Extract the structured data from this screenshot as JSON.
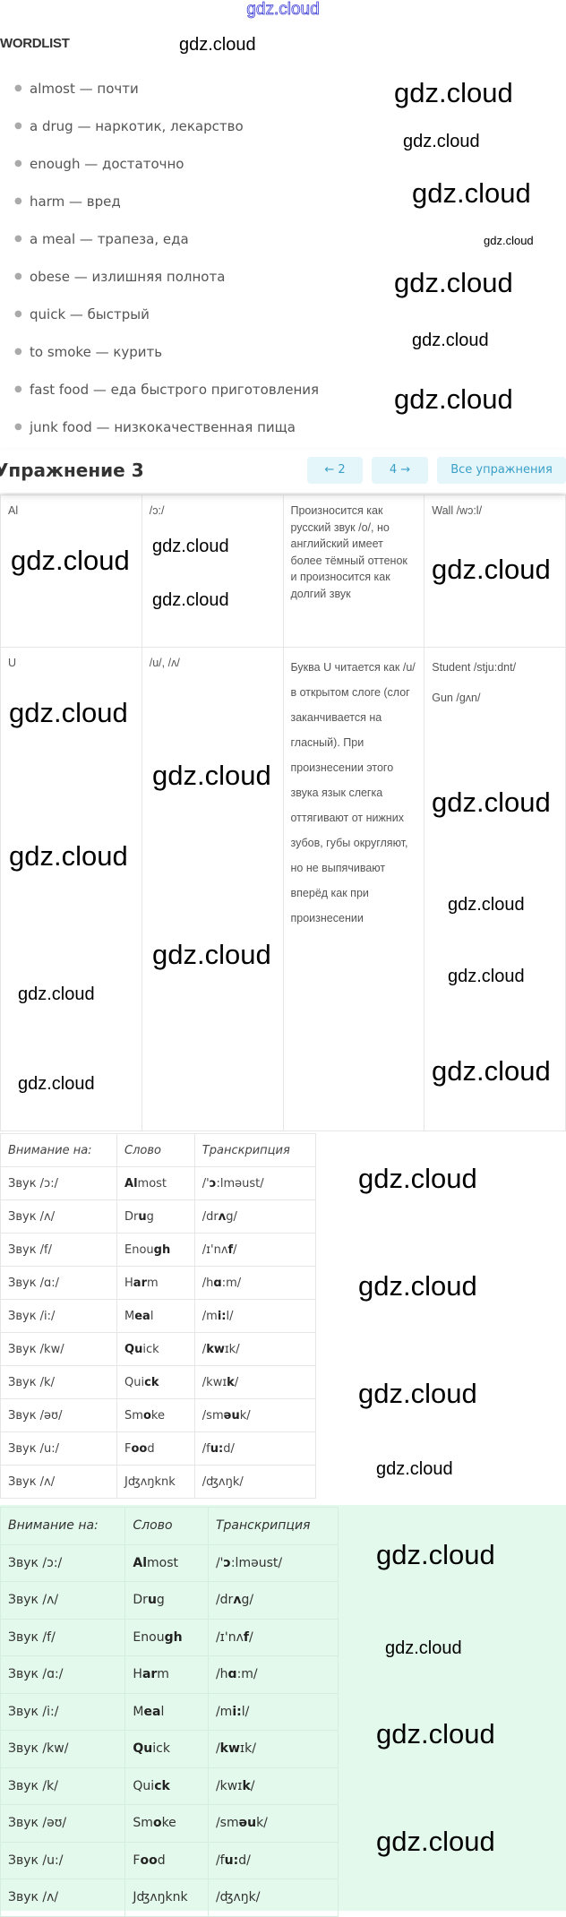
{
  "watermark": "gdz.cloud",
  "wordlist": {
    "title": "WORDLIST",
    "items": [
      "almost — почти",
      "a drug — наркотик, лекарство",
      "enough — достаточно",
      "harm — вред",
      "a meal — трапеза, еда",
      "obese — излишняя полнота",
      "quick — быстрый",
      "to smoke — курить",
      "fast food — еда быстрого приготовления",
      "junk food — низкокачественная пища"
    ]
  },
  "nav": {
    "title": "Упражнение 3",
    "prev": "← 2",
    "next": "4 →",
    "all": "Все упражнения"
  },
  "letters_table": {
    "rows": [
      {
        "letter": "Al",
        "sound": "/ɔ:/",
        "desc": "Произносится как русский звук /о/, но английский имеет более тёмный оттенок и произносится как долгий звук",
        "example": "Wall /wɔ:l/"
      },
      {
        "letter": "U",
        "sound": "/u/, /ʌ/",
        "desc": "Буква U читается как /u/ в открытом слоге (слог заканчивается на гласный). При произнесении этого звука язык слегка оттягивают от нижних зубов, губы округляют, но не выпячивают вперёд как при произнесении",
        "example": "Student /stju:dnt/",
        "example2": "Gun /gʌn/"
      }
    ]
  },
  "sound_table": {
    "headers": [
      "Внимание на:",
      "Слово",
      "Транскрипция"
    ],
    "rows": [
      {
        "sound": "Звук /ɔ:/",
        "w": [
          "",
          "Al",
          "most"
        ],
        "t": [
          "/'",
          "ɔ",
          ":lməust/"
        ]
      },
      {
        "sound": "Звук /ʌ/",
        "w": [
          "Dr",
          "u",
          "g"
        ],
        "t": [
          "/dr",
          "ʌ",
          "g/"
        ]
      },
      {
        "sound": "Звук /f/",
        "w": [
          "Enou",
          "gh",
          ""
        ],
        "t": [
          "/ɪ'nʌ",
          "f",
          "/"
        ]
      },
      {
        "sound": "Звук /ɑ:/",
        "w": [
          "H",
          "ar",
          "m"
        ],
        "t": [
          "/h",
          "ɑ",
          ":m/"
        ]
      },
      {
        "sound": "Звук /i:/",
        "w": [
          "M",
          "ea",
          "l"
        ],
        "t": [
          "/m",
          "i:",
          "l/"
        ]
      },
      {
        "sound": "Звук /kw/",
        "w": [
          "",
          "Qu",
          "ick"
        ],
        "t": [
          "/",
          "kw",
          "ɪk/"
        ]
      },
      {
        "sound": "Звук /k/",
        "w": [
          "Qui",
          "ck",
          ""
        ],
        "t": [
          "/kwɪ",
          "k",
          "/"
        ]
      },
      {
        "sound": "Звук /əʊ/",
        "w": [
          "Sm",
          "o",
          "ke"
        ],
        "t": [
          "/sm",
          "əu",
          "k/"
        ]
      },
      {
        "sound": "Звук /u:/",
        "w": [
          "F",
          "oo",
          "d"
        ],
        "t": [
          "/f",
          "u:",
          "d/"
        ]
      },
      {
        "sound": "Звук /ʌ/",
        "w": [
          "Jʤʌŋknk",
          "",
          ""
        ],
        "t": [
          "/ʤʌŋk/",
          "",
          ""
        ]
      }
    ]
  },
  "colors": {
    "accent": "#3aa0c8",
    "button_bg": "#e5f6fb",
    "answer_bg": "#e3f9ec"
  }
}
